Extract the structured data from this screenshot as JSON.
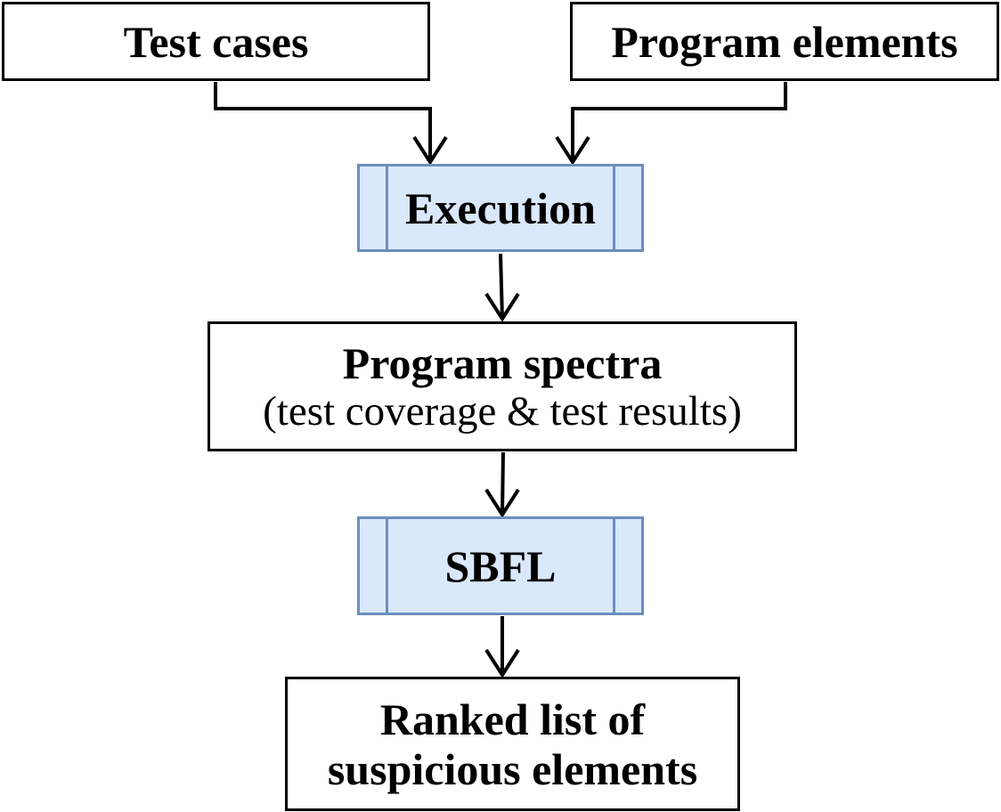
{
  "nodes": {
    "test_cases": {
      "label": "Test cases"
    },
    "program_elements": {
      "label": "Program elements"
    },
    "execution": {
      "label": "Execution"
    },
    "program_spectra": {
      "title": "Program spectra",
      "subtitle": "(test coverage & test results)"
    },
    "sbfl": {
      "label": "SBFL"
    },
    "ranked_list": {
      "line1": "Ranked list of",
      "line2": "suspicious elements"
    }
  },
  "colors": {
    "box_border": "#000000",
    "process_fill": "#dae8fc",
    "process_border": "#6c8ebf",
    "connector": "#000000"
  }
}
